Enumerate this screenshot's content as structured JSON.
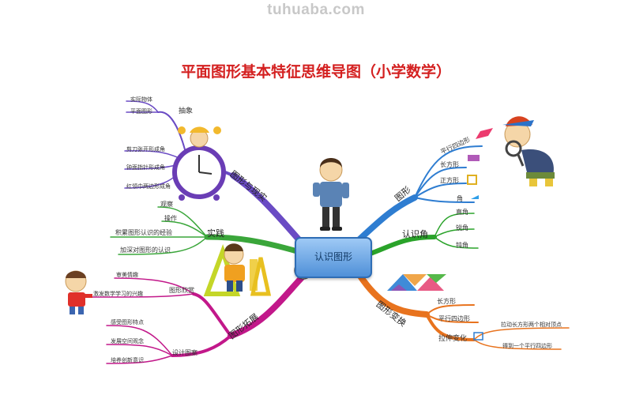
{
  "watermark": "tuhuaba.com",
  "title": "平面图形基本特征思维导图（小学数学）",
  "center": "认识图形",
  "branches": {
    "graph_discovery": {
      "label": "图形与现实",
      "color": "#6a4bc4",
      "sub": {
        "abstract": {
          "label": "抽象",
          "items": [
            "实际物体",
            "平面图形"
          ]
        },
        "cut": [
          "剪刀张开形成角",
          "钟面指针形成角",
          "红领巾两边形成角"
        ]
      }
    },
    "practice": {
      "label": "实践",
      "color": "#3aa63a",
      "items": [
        "观察",
        "操作",
        "积累图形认识的经验",
        "加深对图形的认识"
      ]
    },
    "extension": {
      "label": "图形拓展",
      "color": "#c2188a",
      "sub": {
        "appreciation": {
          "label": "图形欣赏",
          "items": [
            "审美情趣",
            "激发数学学习的兴趣"
          ]
        },
        "design": {
          "label": "设计图案",
          "items": [
            "感受图形特点",
            "发展空间观念",
            "培养创新意识"
          ]
        }
      }
    },
    "shapes": {
      "label": "图形",
      "color": "#2e7dd1",
      "items": [
        "平行四边形",
        "长方形",
        "正方形",
        "角"
      ]
    },
    "angle": {
      "label": "认识角",
      "color": "#2aa32a",
      "items": [
        "直角",
        "锐角",
        "钝角"
      ]
    },
    "transform": {
      "label": "图形变换",
      "color": "#e8731e",
      "items": [
        "长方形",
        "平行四边形"
      ],
      "stretch": {
        "label": "拉伸变化",
        "items": [
          "拉动长方形两个相对顶点",
          "得到一个平行四边形"
        ]
      }
    }
  }
}
